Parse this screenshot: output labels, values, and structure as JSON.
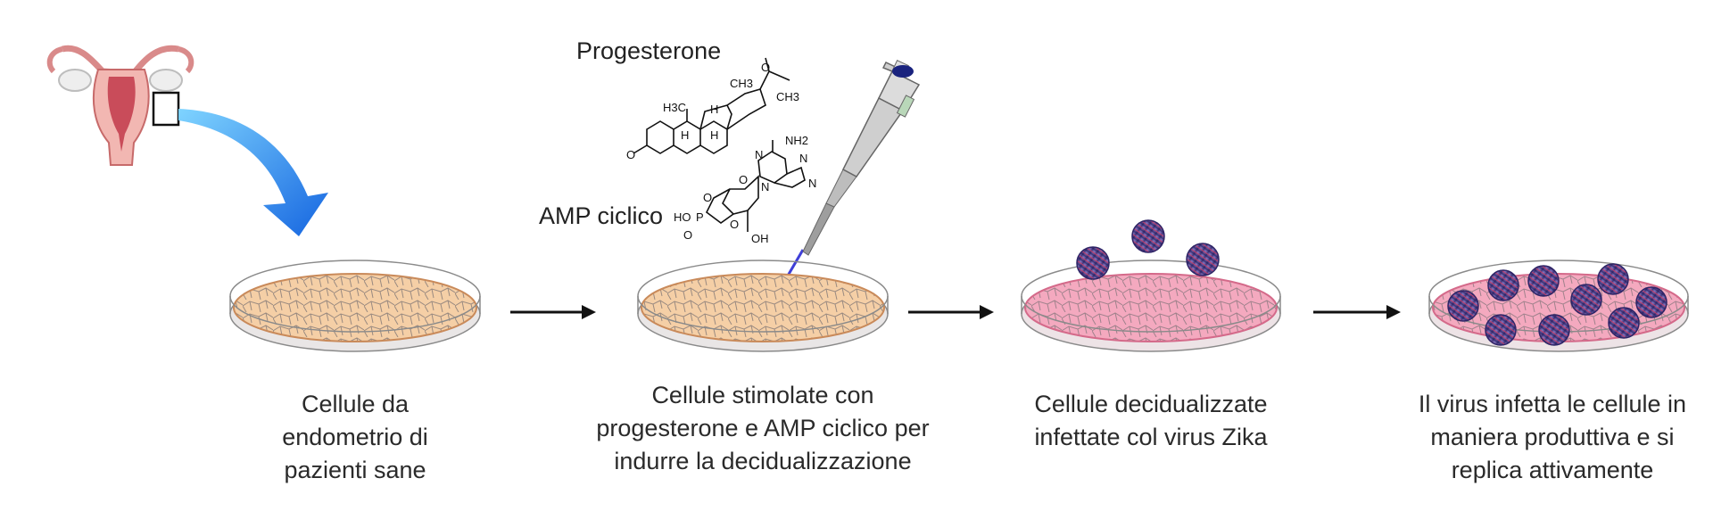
{
  "chemicals": {
    "progesterone_label": "Progesterone",
    "camp_label": "AMP ciclico",
    "progesterone_atoms": [
      "H3C",
      "CH3",
      "O",
      "CH3",
      "H",
      "H",
      "H",
      "O"
    ],
    "camp_atoms": [
      "NH2",
      "N",
      "N",
      "N",
      "N",
      "O",
      "O",
      "O",
      "P",
      "HO",
      "O",
      "OH"
    ]
  },
  "steps": [
    {
      "id": "step1",
      "caption": [
        "Cellule da",
        "endometrio di",
        "pazienti sane"
      ]
    },
    {
      "id": "step2",
      "caption": [
        "Cellule stimolate con",
        "progesterone e AMP ciclico per",
        "indurre la decidualizzazione"
      ]
    },
    {
      "id": "step3",
      "caption": [
        "Cellule decidualizzate",
        "infettate col virus Zika"
      ]
    },
    {
      "id": "step4",
      "caption": [
        "Il virus infetta le cellule in",
        "maniera produttiva e si",
        "replica attivamente"
      ]
    }
  ],
  "colors": {
    "dish_healthy": "#f2c9a0",
    "dish_infected": "#ef9fb8",
    "arrow_blue": "#1e88e5",
    "virus": "#4a3a8c",
    "pipette_tip": "#3f3fd8"
  },
  "icons": [
    "uterus-icon",
    "curved-arrow-icon",
    "petri-dish-icon",
    "pipette-icon",
    "virus-icon",
    "arrow-right-icon"
  ]
}
